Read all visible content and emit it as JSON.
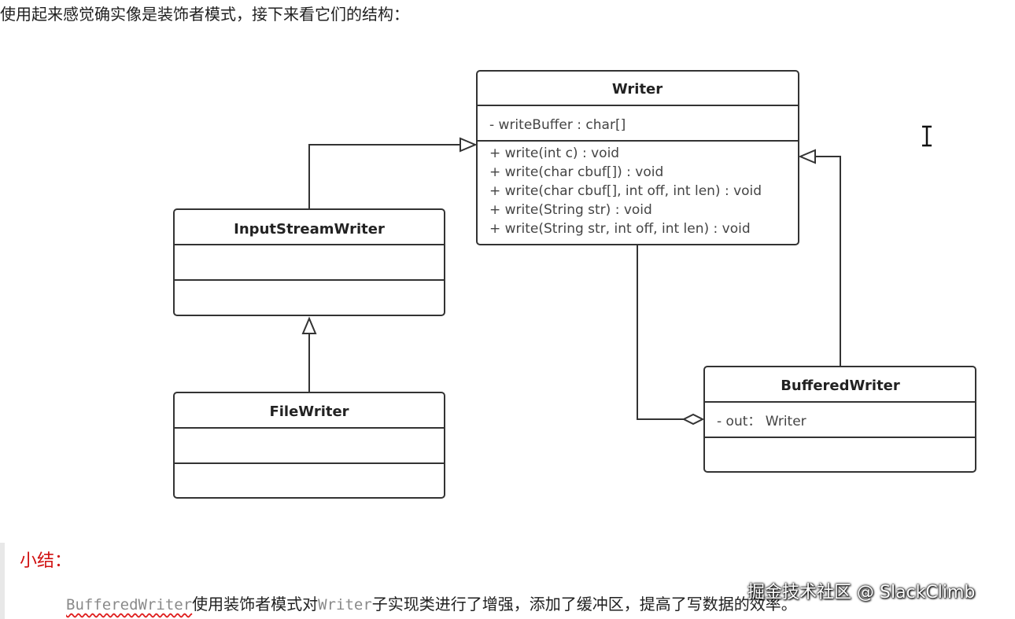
{
  "intro_text": "使用起来感觉确实像是装饰者模式，接下来看它们的结构：",
  "classes": {
    "writer": {
      "name": "Writer",
      "attributes": [
        "- writeBuffer : char[]"
      ],
      "methods": [
        "+ write(int c) : void",
        "+ write(char cbuf[]) : void",
        "+ write(char cbuf[], int off, int len) : void",
        "+ write(String str) : void",
        "+ write(String str, int off, int len) : void"
      ]
    },
    "input_stream_writer": {
      "name": "InputStreamWriter",
      "attributes": [],
      "methods": []
    },
    "file_writer": {
      "name": "FileWriter",
      "attributes": [],
      "methods": []
    },
    "buffered_writer": {
      "name": "BufferedWriter",
      "attributes": [
        "- out： Writer"
      ],
      "methods": []
    }
  },
  "relationships": [
    {
      "type": "generalization",
      "from": "InputStreamWriter",
      "to": "Writer"
    },
    {
      "type": "generalization",
      "from": "FileWriter",
      "to": "InputStreamWriter"
    },
    {
      "type": "generalization",
      "from": "BufferedWriter",
      "to": "Writer"
    },
    {
      "type": "aggregation",
      "from": "Writer",
      "to": "BufferedWriter"
    }
  ],
  "summary": {
    "heading": "小结：",
    "code_buffered": "BufferedWriter",
    "text_part1": "使用装饰者模式对",
    "code_writer": "Writer",
    "text_part2": "子实现类进行了增强，添加了缓冲区，提高了写数据的效率。"
  },
  "watermark": "掘金技术社区 @ SlackClimb"
}
